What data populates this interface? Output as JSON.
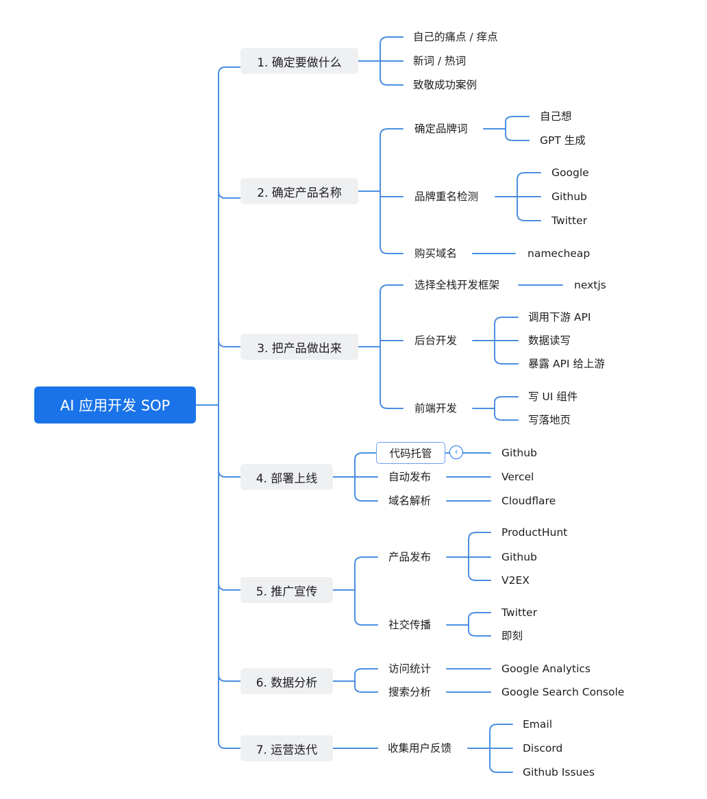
{
  "root": {
    "label": "AI 应用开发 SOP"
  },
  "steps": [
    {
      "label": "1. 确定要做什么",
      "items": [
        "自己的痛点 / 痒点",
        "新词 / 热词",
        "致敬成功案例"
      ]
    },
    {
      "label": "2. 确定产品名称",
      "groups": [
        {
          "label": "确定品牌词",
          "children": [
            "自己想",
            "GPT 生成"
          ]
        },
        {
          "label": "品牌重名检测",
          "children": [
            "Google",
            "Github",
            "Twitter"
          ]
        },
        {
          "label": "购买域名",
          "children": [
            "namecheap"
          ]
        }
      ]
    },
    {
      "label": "3. 把产品做出来",
      "groups": [
        {
          "label": "选择全栈开发框架",
          "children": [
            "nextjs"
          ]
        },
        {
          "label": "后台开发",
          "children": [
            "调用下游 API",
            "数据读写",
            "暴露 API 给上游"
          ]
        },
        {
          "label": "前端开发",
          "children": [
            "写 UI 组件",
            "写落地页"
          ]
        }
      ]
    },
    {
      "label": "4. 部署上线",
      "groups": [
        {
          "label": "代码托管",
          "children": [
            "Github"
          ]
        },
        {
          "label": "自动发布",
          "children": [
            "Vercel"
          ]
        },
        {
          "label": "域名解析",
          "children": [
            "Cloudflare"
          ]
        }
      ]
    },
    {
      "label": "5. 推广宣传",
      "groups": [
        {
          "label": "产品发布",
          "children": [
            "ProductHunt",
            "Github",
            "V2EX"
          ]
        },
        {
          "label": "社交传播",
          "children": [
            "Twitter",
            "即刻"
          ]
        }
      ]
    },
    {
      "label": "6. 数据分析",
      "groups": [
        {
          "label": "访问统计",
          "children": [
            "Google Analytics"
          ]
        },
        {
          "label": "搜索分析",
          "children": [
            "Google Search Console"
          ]
        }
      ]
    },
    {
      "label": "7. 运营迭代",
      "groups": [
        {
          "label": "收集用户反馈",
          "children": [
            "Email",
            "Discord",
            "Github Issues"
          ]
        }
      ]
    }
  ],
  "icons": {
    "collapse": "chevron-left-icon"
  },
  "colors": {
    "accent": "#1a73e8",
    "node_bg": "#eef0f2"
  }
}
